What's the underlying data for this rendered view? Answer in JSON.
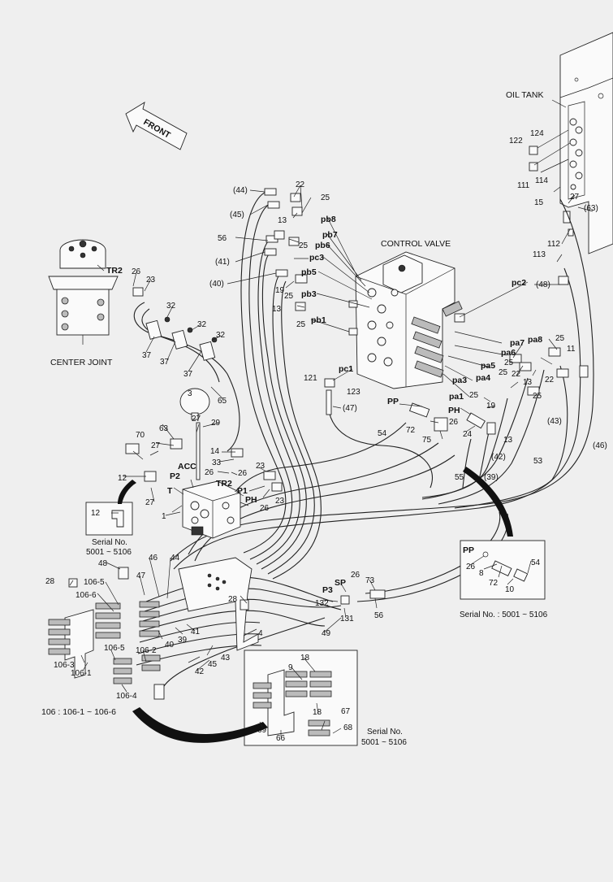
{
  "titles": {
    "oil_tank": "OIL TANK",
    "control_valve": "CONTROL VALVE",
    "center_joint": "CENTER JOINT",
    "front": "FRONT",
    "note_106": "106 : 106-1 ~ 106-6"
  },
  "serial_notes": {
    "left_line1": "Serial No.",
    "left_line2": "5001 ~ 5106",
    "right": "Serial No. : 5001 ~ 5106",
    "bottom_line1": "Serial No.",
    "bottom_line2": "5001 ~ 5106"
  },
  "port_labels": {
    "pb8": "pb8",
    "pb7": "pb7",
    "pb6": "pb6",
    "pc3": "pc3",
    "pb5": "pb5",
    "pb3": "pb3",
    "pb1": "pb1",
    "pc2": "pc2",
    "pc1": "pc1",
    "pa8": "pa8",
    "pa7": "pa7",
    "pa6": "pa6",
    "pa5": "pa5",
    "pa4": "pa4",
    "pa3": "pa3",
    "pa1": "pa1",
    "PP": "PP",
    "PH": "PH",
    "TR2": "TR2",
    "ACC": "ACC",
    "P2": "P2",
    "T": "T",
    "P1": "P1",
    "PH2": "PH",
    "TR2b": "TR2",
    "SP": "SP",
    "P3": "P3",
    "PPbox": "PP"
  },
  "callouts": {
    "c22a": "22",
    "c25a": "25",
    "c44": "(44)",
    "c45": "(45)",
    "c13a": "13",
    "c56": "56",
    "c25b": "25",
    "c41": "(41)",
    "c40": "(40)",
    "c19a": "19",
    "c25c": "25",
    "c13b": "13",
    "c25d": "25",
    "c122": "122",
    "c124": "124",
    "c111": "111",
    "c114": "114",
    "c27a": "27",
    "c15": "15",
    "c63": "(63)",
    "c112": "112",
    "c113": "113",
    "c48a": "(48)",
    "c26a": "26",
    "c23a": "23",
    "c32a": "32",
    "c32b": "32",
    "c32c": "32",
    "c37a": "37",
    "c37b": "37",
    "c37c": "37",
    "c121": "121",
    "c123": "123",
    "c47a": "(47)",
    "c25e": "25",
    "c11": "11",
    "c22b": "22",
    "c25f": "25",
    "c22c": "22",
    "c13c": "13",
    "c25g": "25",
    "c43a": "(43)",
    "c46a": "(46)",
    "c19b": "19",
    "c24": "24",
    "c13d": "13",
    "c42a": "(42)",
    "c53": "53",
    "c39a": "(39)",
    "c72a": "72",
    "c26b": "26",
    "c75": "75",
    "c54a": "54",
    "c55": "55",
    "c3": "3",
    "c65": "65",
    "c27b": "27",
    "c29": "29",
    "c70": "70",
    "c63b": "63",
    "c27c": "27",
    "c14": "14",
    "c33": "33",
    "c26c": "26",
    "c26d": "26",
    "c23b": "23",
    "c26e": "26",
    "c23c": "23",
    "c12a": "12",
    "c27d": "27",
    "c1": "1",
    "c12b": "12",
    "c26f": "26",
    "c8": "8",
    "c54b": "54",
    "c72b": "72",
    "c10": "10",
    "c48b": "48",
    "c28a": "28",
    "c106_5a": "106-5",
    "c106_6": "106-6",
    "c47b": "47",
    "c46b": "46",
    "c44b": "44",
    "c28b": "28",
    "c4": "4",
    "c41b": "41",
    "c39b": "39",
    "c40b": "40",
    "c43b": "43",
    "c45b": "45",
    "c42b": "42",
    "c106_5b": "106-5",
    "c106_2": "106-2",
    "c106_3": "106-3",
    "c106_1": "106-1",
    "c106_4": "106-4",
    "c26g": "26",
    "c73": "73",
    "c132": "132",
    "c131": "131",
    "c49": "49",
    "c18a": "18",
    "c9": "9",
    "c69": "69",
    "c66": "66",
    "c18b": "18",
    "c67": "67",
    "c68": "68"
  }
}
